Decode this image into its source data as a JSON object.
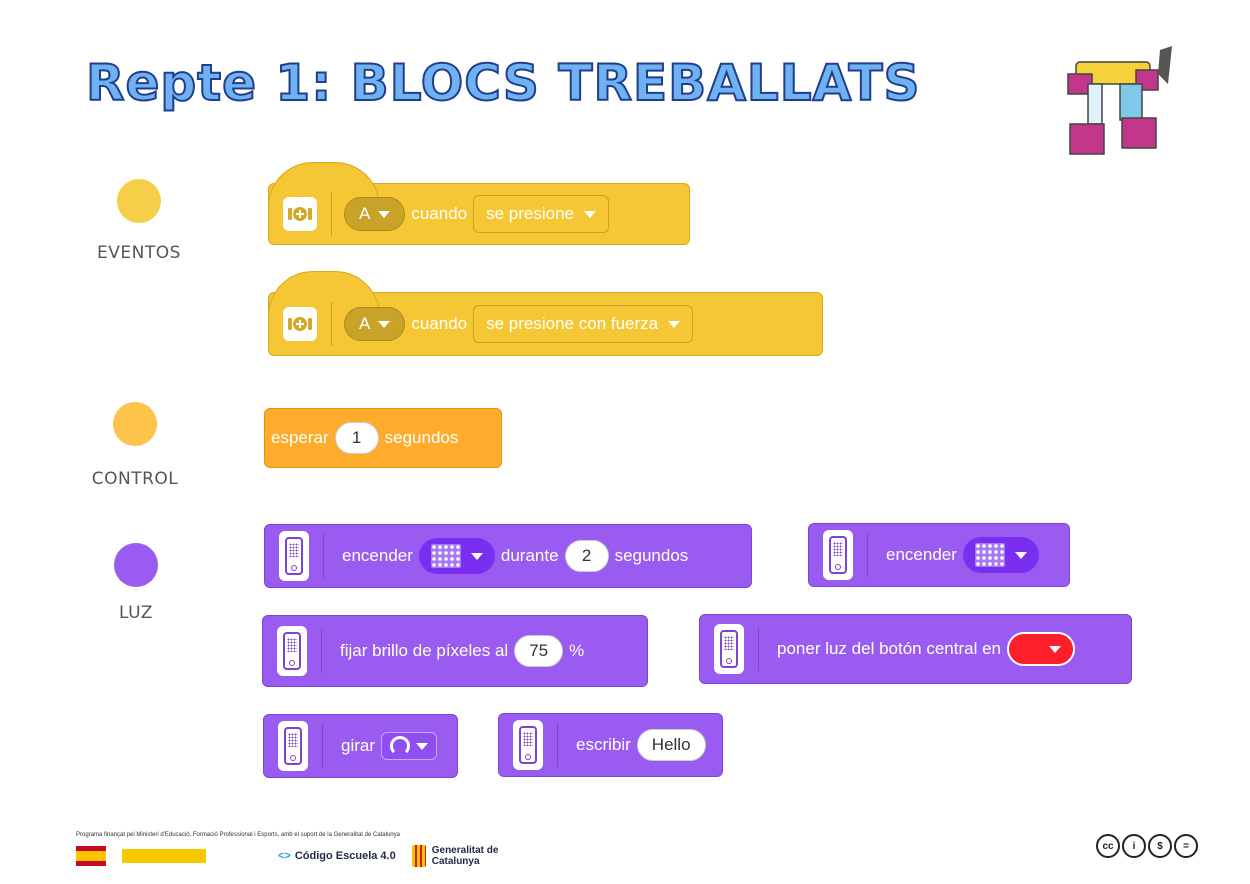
{
  "title": "Repte 1: BLOCS TREBALLATS",
  "categories": [
    {
      "name": "EVENTOS",
      "color": "#f5cf48"
    },
    {
      "name": "CONTROL",
      "color": "#ffc24a"
    },
    {
      "name": "LUZ",
      "color": "#9a5cf0"
    }
  ],
  "blocks": {
    "event_press": {
      "port": "A",
      "when": "cuando",
      "state": "se presione"
    },
    "event_force": {
      "port": "A",
      "when": "cuando",
      "state": "se presione con fuerza"
    },
    "wait": {
      "label": "esperar",
      "value": "1",
      "unit": "segundos"
    },
    "light_for": {
      "label": "encender",
      "during": "durante",
      "value": "2",
      "unit": "segundos"
    },
    "light_on": {
      "label": "encender"
    },
    "brightness": {
      "label": "fijar brillo de píxeles al",
      "value": "75",
      "unit": "%"
    },
    "center_button": {
      "label": "poner luz del botón central en",
      "color": "#ff1f2b"
    },
    "rotate": {
      "label": "girar"
    },
    "write": {
      "label": "escribir",
      "value": "Hello"
    }
  },
  "footer": {
    "funding_note": "Programa finançat pel Ministeri d'Educació, Formació Professional i Esports, amb el suport de la Generalitat de Catalunya",
    "code_school": "Código Escuela 4.0",
    "generalitat": "Generalitat de Catalunya",
    "license": [
      "cc",
      "by",
      "nc",
      "nd"
    ]
  },
  "colors": {
    "events": "#f5c734",
    "control": "#ffab2c",
    "light": "#9a5cf0",
    "title": "#6fb1f2"
  }
}
